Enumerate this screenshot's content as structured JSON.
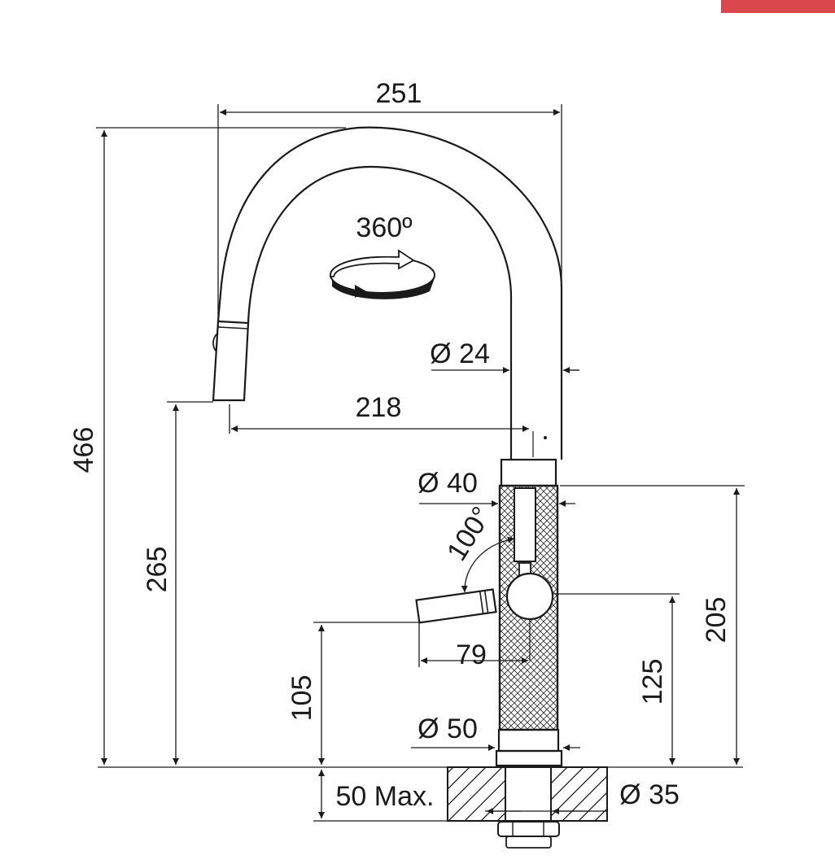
{
  "colors": {
    "accent": "#d9464b",
    "ink": "#1a1a1a",
    "background": "#ffffff"
  },
  "dimensions": {
    "total_height": "466",
    "reach": "251",
    "spray_outlet_height": "265",
    "spray_reach": "218",
    "spout_diameter": "Ø 24",
    "body_diameter_upper": "Ø 40",
    "lever_angle": "100°",
    "lever_reach": "79",
    "body_height": "205",
    "lever_pivot_height": "125",
    "lever_tip_height": "105",
    "base_diameter": "Ø 50",
    "deck_thickness": "50 Max.",
    "tail_diameter": "Ø 35",
    "rotation": "360º"
  },
  "icons": {
    "rotation": "rotation-arrow-icon"
  }
}
